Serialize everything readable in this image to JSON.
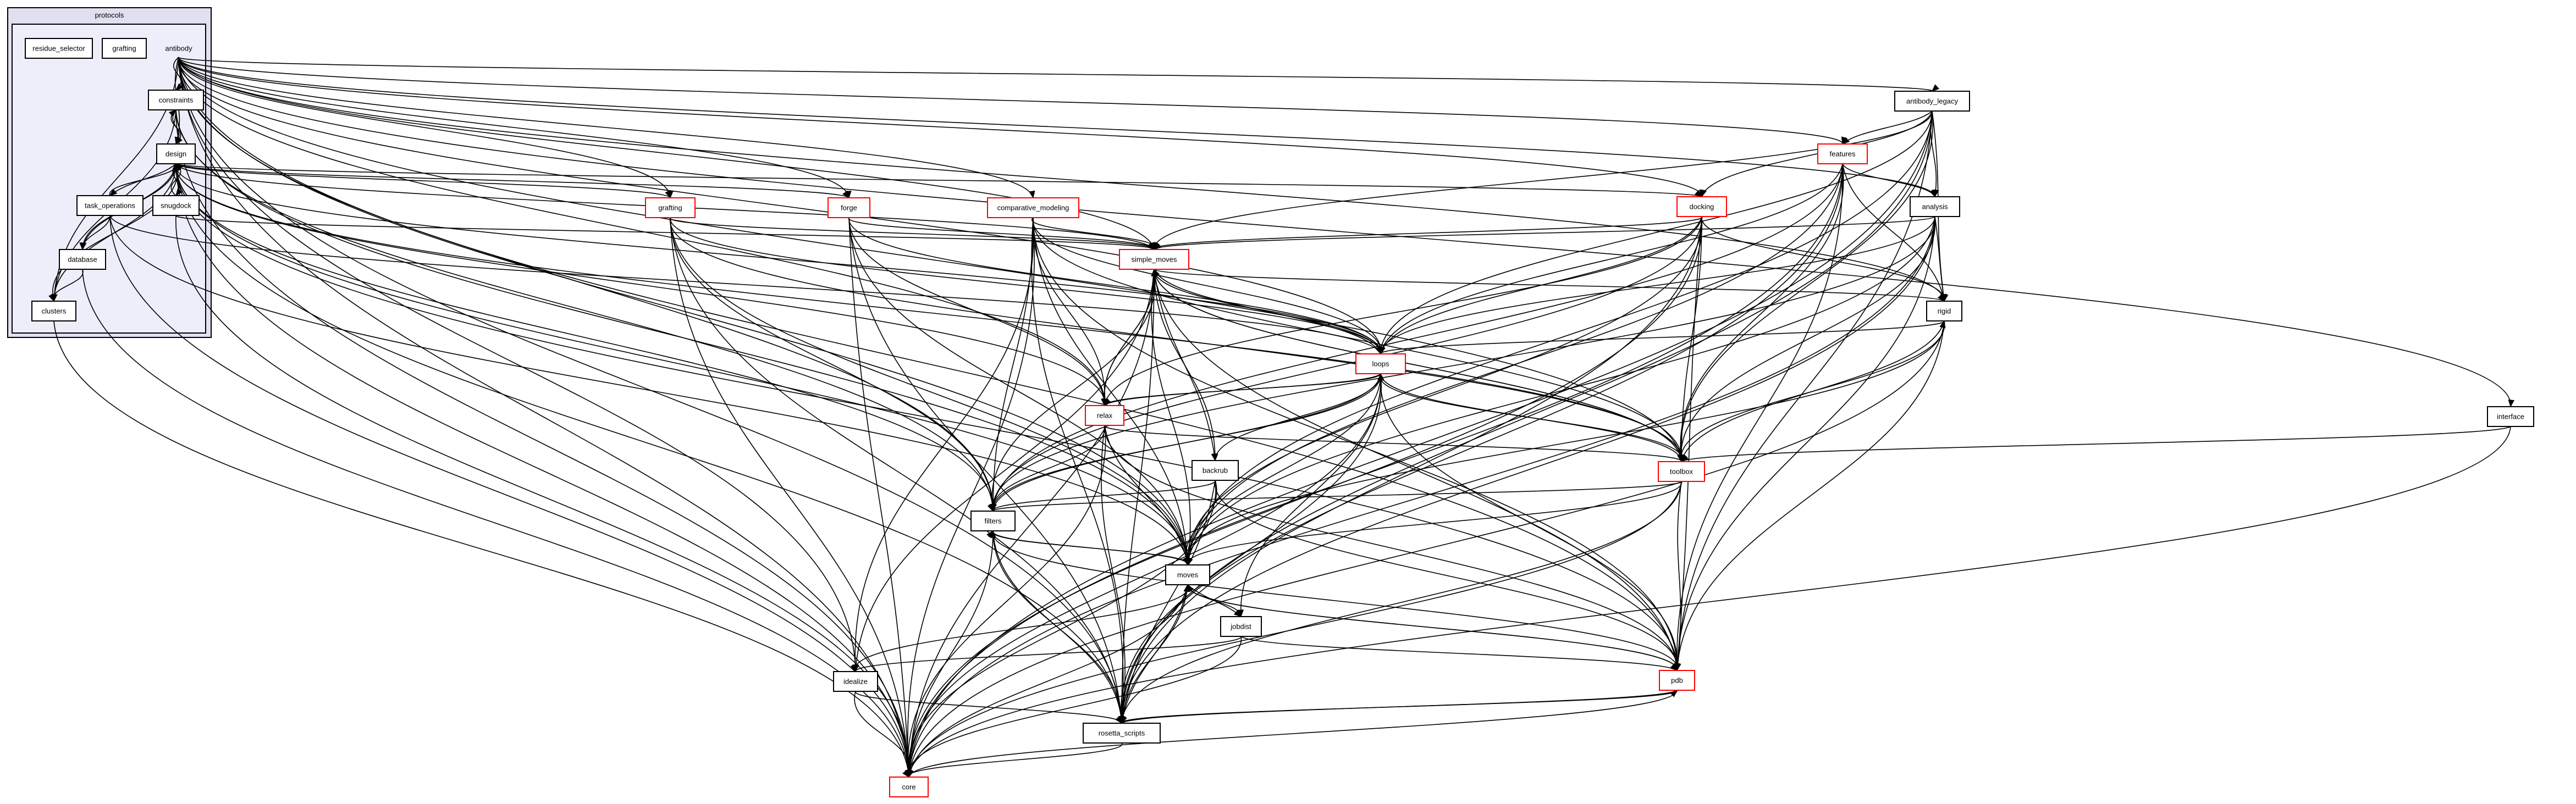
{
  "cluster": {
    "title": "protocols"
  },
  "nodes": {
    "residue_selector": "residue_selector",
    "grafting_inner": "grafting",
    "antibody": "antibody",
    "constraints": "constraints",
    "design": "design",
    "task_operations": "task_operations",
    "snugdock": "snugdock",
    "database": "database",
    "clusters": "clusters",
    "grafting": "grafting",
    "forge": "forge",
    "comparative_modeling": "comparative_modeling",
    "simple_moves": "simple_moves",
    "loops": "loops",
    "relax": "relax",
    "backrub": "backrub",
    "filters": "filters",
    "moves": "moves",
    "jobdist": "jobdist",
    "idealize": "idealize",
    "rosetta_scripts": "rosetta_scripts",
    "core": "core",
    "antibody_legacy": "antibody_legacy",
    "features": "features",
    "docking": "docking",
    "analysis": "analysis",
    "rigid": "rigid",
    "toolbox": "toolbox",
    "pdb": "pdb",
    "interface": "interface"
  },
  "red_nodes": [
    "grafting",
    "forge",
    "comparative_modeling",
    "simple_moves",
    "loops",
    "relax",
    "core",
    "features",
    "docking",
    "toolbox",
    "pdb"
  ],
  "node_icon": "folder-box",
  "colors": {
    "cluster_outer": "#e0e0f1",
    "cluster_inner": "#eeeefa",
    "red_border": "#ff0000",
    "edge": "#000000"
  }
}
